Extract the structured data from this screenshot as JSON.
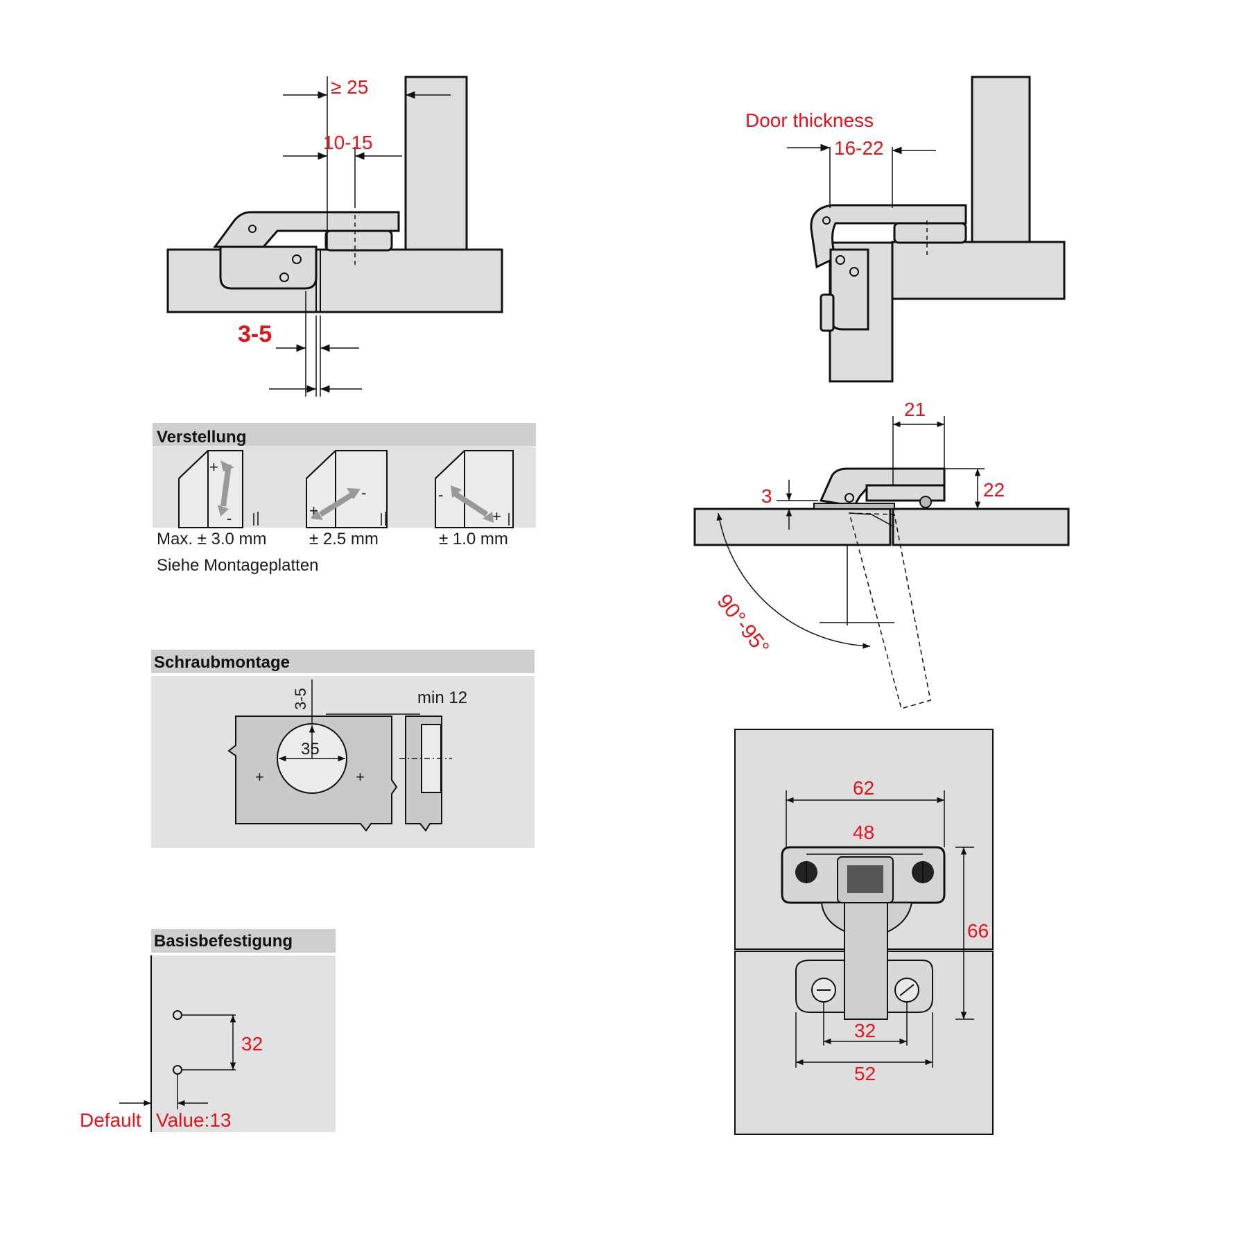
{
  "colors": {
    "accent_red": "#e0141b",
    "panel_grey": "#dddddd",
    "header_grey": "#cfcfcf",
    "line": "#111111"
  },
  "top_left": {
    "dim_min_25": "≥ 25",
    "dim_10_15": "10-15",
    "dim_3_5": "3-5"
  },
  "top_right": {
    "door_thickness_label": "Door thickness",
    "dim_16_22": "16-22"
  },
  "verstellung": {
    "title": "Verstellung",
    "values": [
      "Max. ± 3.0 mm",
      "± 2.5 mm",
      "± 1.0 mm"
    ],
    "note": "Siehe Montageplatten",
    "signs": [
      "+",
      "-",
      "+",
      "-",
      "-",
      "+"
    ]
  },
  "opening": {
    "dim_21": "21",
    "dim_3": "3",
    "dim_22": "22",
    "angle": "90°-95°"
  },
  "schraubmontage": {
    "title": "Schraubmontage",
    "dim_3_5": "3-5",
    "min_12": "min 12",
    "dia_35": "35"
  },
  "front_view": {
    "dim_62": "62",
    "dim_48": "48",
    "dim_66": "66",
    "dim_32": "32",
    "dim_52": "52"
  },
  "basisbefestigung": {
    "title": "Basisbefestigung",
    "dim_32": "32",
    "default_label": "Default",
    "default_value": "Value:13"
  }
}
